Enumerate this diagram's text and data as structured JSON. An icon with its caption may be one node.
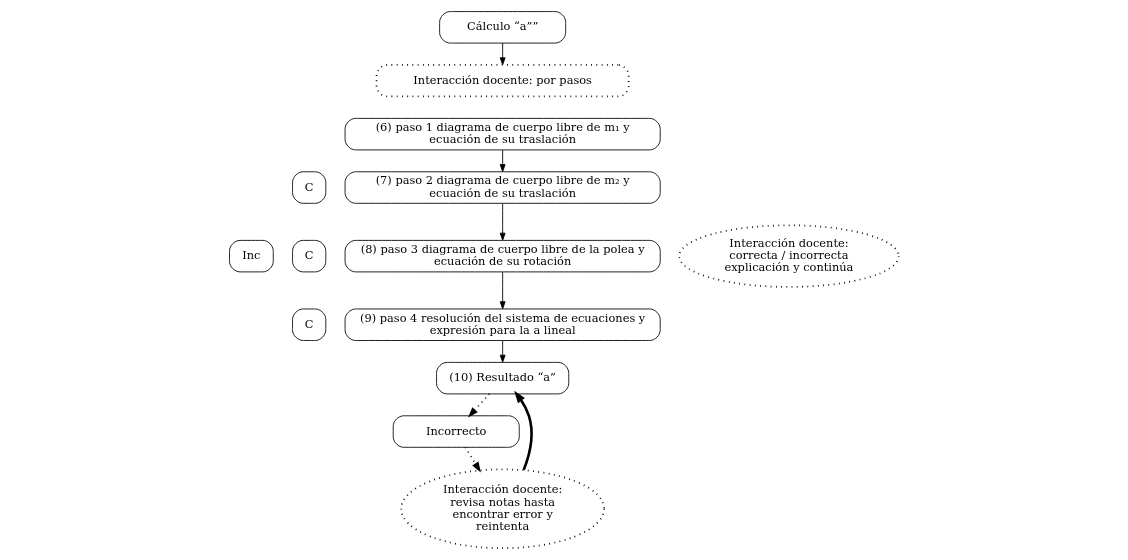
{
  "diagram": {
    "nodes": [
      {
        "text": [
          "Cálculo “a””"
        ]
      },
      {
        "text": [
          "Interacción docente: por pasos"
        ]
      },
      {
        "text": [
          "(6) paso 1 diagrama de cuerpo libre de m₁ y ecuación de su traslación"
        ]
      },
      {
        "text": [
          "(7) paso 2 diagrama de cuerpo libre de m₂ y ecuación de su traslación"
        ]
      },
      {
        "text": [
          "(8) paso 3 diagrama de cuerpo libre de la polea y ecuación de su rotación"
        ]
      },
      {
        "text": [
          "(9) paso 4 resolución del sistema de ecuaciones y expresión para la a lineal"
        ]
      },
      {
        "text": [
          "Interacción docente: correcta / incorrecta explicación y continúa"
        ]
      },
      {
        "text": [
          "(10) Resultado “a”"
        ]
      },
      {
        "text": [
          "Interacción docente: revisa notas hasta encontrar error y reintenta"
        ]
      },
      {
        "text": [
          "Incorrecto"
        ]
      },
      {
        "text": [
          "C"
        ]
      },
      {
        "text": [
          "Inc"
        ]
      },
      {
        "text": [
          "C"
        ]
      },
      {
        "text": [
          "C"
        ]
      }
    ],
    "edges": [
      {
        "from": 0,
        "to": 1,
        "arrow": "to"
      },
      {
        "from": 2,
        "to": 3,
        "arrow": "to"
      },
      {
        "from": 3,
        "to": 4,
        "arrow": "to"
      },
      {
        "from": 4,
        "to": 5,
        "arrow": "to"
      },
      {
        "from": 5,
        "to": 7,
        "arrow": "to"
      },
      {
        "from": 7,
        "to": 9,
        "arrow": "to",
        "style": "dashed"
      },
      {
        "from": 9,
        "to": 8,
        "arrow": "to",
        "style": "dashed"
      },
      {
        "from": 8,
        "to": 7,
        "arrow": "to",
        "style": "thick"
      }
    ]
  }
}
